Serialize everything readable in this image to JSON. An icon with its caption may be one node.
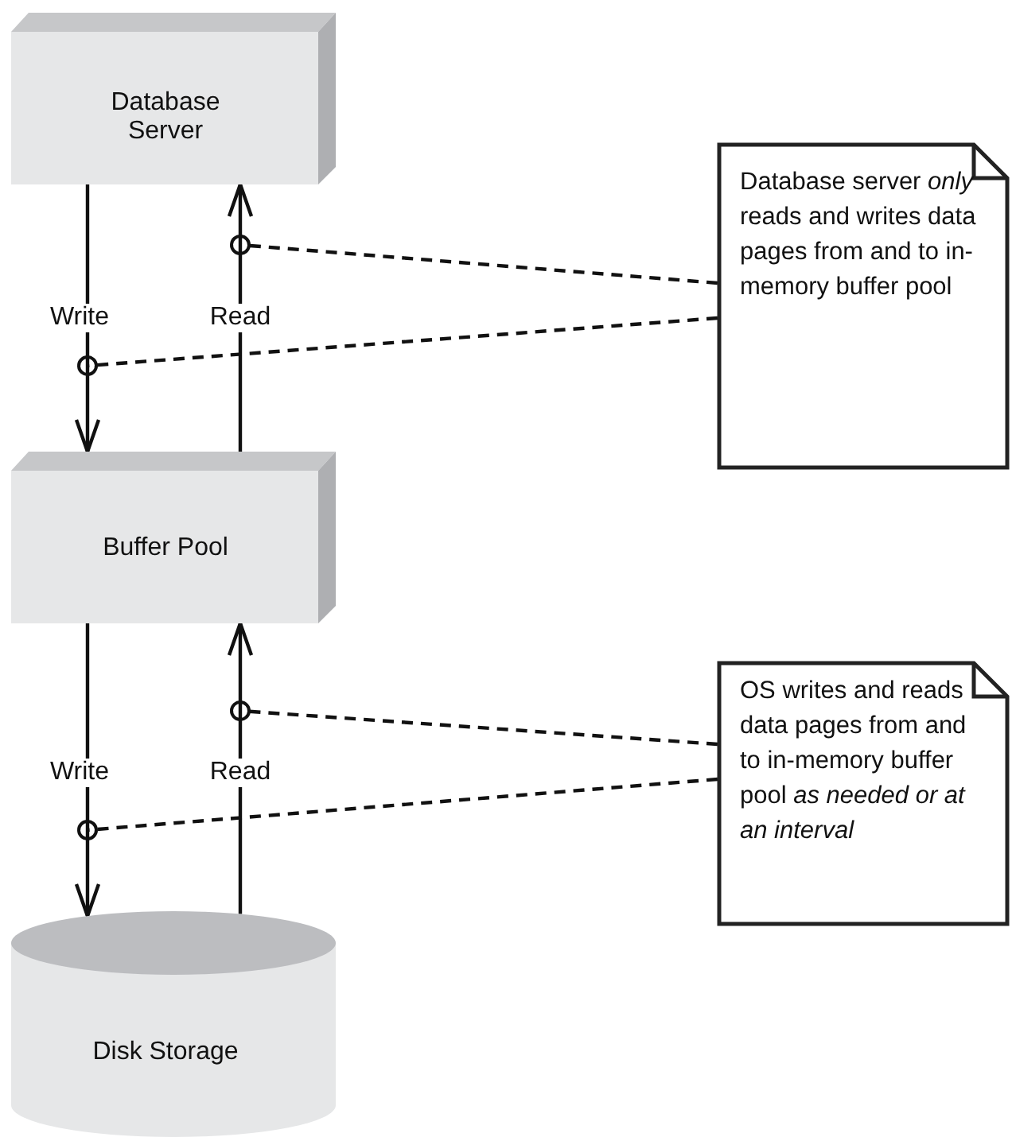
{
  "diagram": {
    "nodes": [
      {
        "text": [
          "Database Server"
        ]
      },
      {
        "text": [
          "Buffer Pool"
        ]
      },
      {
        "text": [
          "Disk Storage"
        ]
      },
      {
        "text": [
          "Database server *only* reads and writes data pages from and to in-memory buffer pool"
        ]
      },
      {
        "text": [
          "OS writes and reads data pages from and to in-memory buffer pool *as needed or at an interval*"
        ]
      }
    ],
    "edges": [
      {
        "from": 0,
        "to": 1,
        "arrow": "to",
        "label": "Write"
      },
      {
        "from": 1,
        "to": 0,
        "arrow": "to",
        "label": "Read"
      },
      {
        "from": 1,
        "to": 2,
        "arrow": "to",
        "label": "Write"
      },
      {
        "from": 2,
        "to": 1,
        "arrow": "to",
        "label": "Read"
      },
      {
        "from": 3,
        "to": null,
        "arrow": "other",
        "style": "dashed"
      },
      {
        "from": 3,
        "to": null,
        "arrow": "other",
        "style": "dashed"
      },
      {
        "from": 4,
        "to": null,
        "arrow": "other",
        "style": "dashed"
      },
      {
        "from": 4,
        "to": null,
        "arrow": "other",
        "style": "dashed"
      }
    ]
  }
}
